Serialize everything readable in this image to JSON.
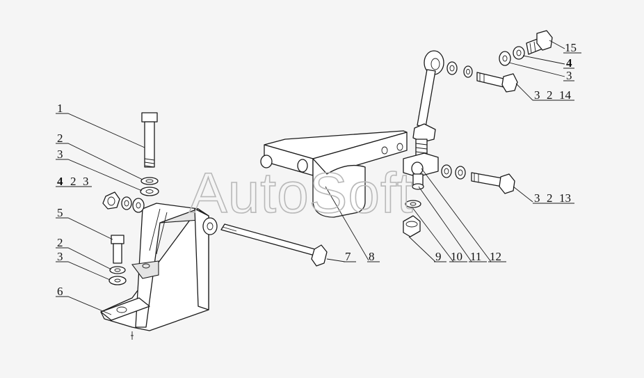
{
  "watermark": "AutoSoft",
  "callouts": {
    "c1": "1",
    "c2a": "2",
    "c3a": "3",
    "c4": "4",
    "c2b": "2",
    "c3b": "3",
    "c5": "5",
    "c2c": "2",
    "c3c": "3",
    "c6": "6",
    "c7": "7",
    "c8": "8",
    "c9": "9",
    "c10": "10",
    "c11": "11",
    "c12": "12",
    "c13_3": "3",
    "c13_2": "2",
    "c13": "13",
    "c14_3": "3",
    "c14_2": "2",
    "c14": "14",
    "c15": "15",
    "c15_4": "4",
    "c15_3": "3"
  }
}
